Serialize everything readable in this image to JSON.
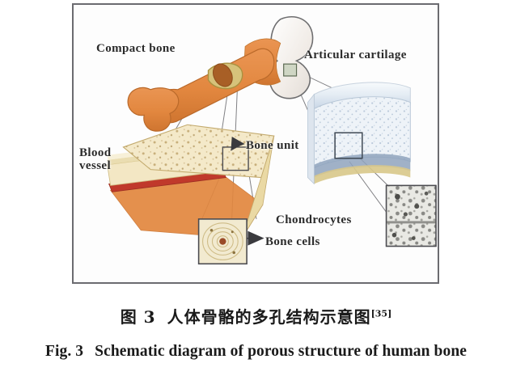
{
  "figure": {
    "frame_border_color": "#6b6b70",
    "background_color": "#fdfdfd",
    "labels": {
      "compact_bone": "Compact bone",
      "articular_cartilage": "Articular cartilage",
      "blood_vessel": "Blood vessel",
      "bone_unit": "Bone unit",
      "bone_cells": "Bone cells",
      "chondrocytes": "Chondrocytes"
    },
    "colors": {
      "bone_shaft": "#e2873f",
      "bone_shaft_dark": "#c96d28",
      "epiphysis": "#f0ece8",
      "epiphysis_outline": "#6e6e70",
      "lamella_cream": "#f3e7c4",
      "lamella_tan": "#e8d9a8",
      "marrow_orange": "#e2873f",
      "vessel_red": "#c0392b",
      "cartilage_pale": "#eef2f6",
      "cartilage_blue": "#b9c7d8",
      "cartilage_band": "#8fa3bd",
      "leader_line": "#6a6a6e",
      "inset_border": "#4b4b50",
      "osteon_ring": "#ded2a4",
      "osteon_canal": "#9a4b28"
    }
  },
  "caption_zh": {
    "number": "图 3",
    "text": "人体骨骼的多孔结构示意图",
    "reference": "[35]"
  },
  "caption_en": {
    "number": "Fig. 3",
    "text": "Schematic diagram of porous structure of human bone"
  }
}
